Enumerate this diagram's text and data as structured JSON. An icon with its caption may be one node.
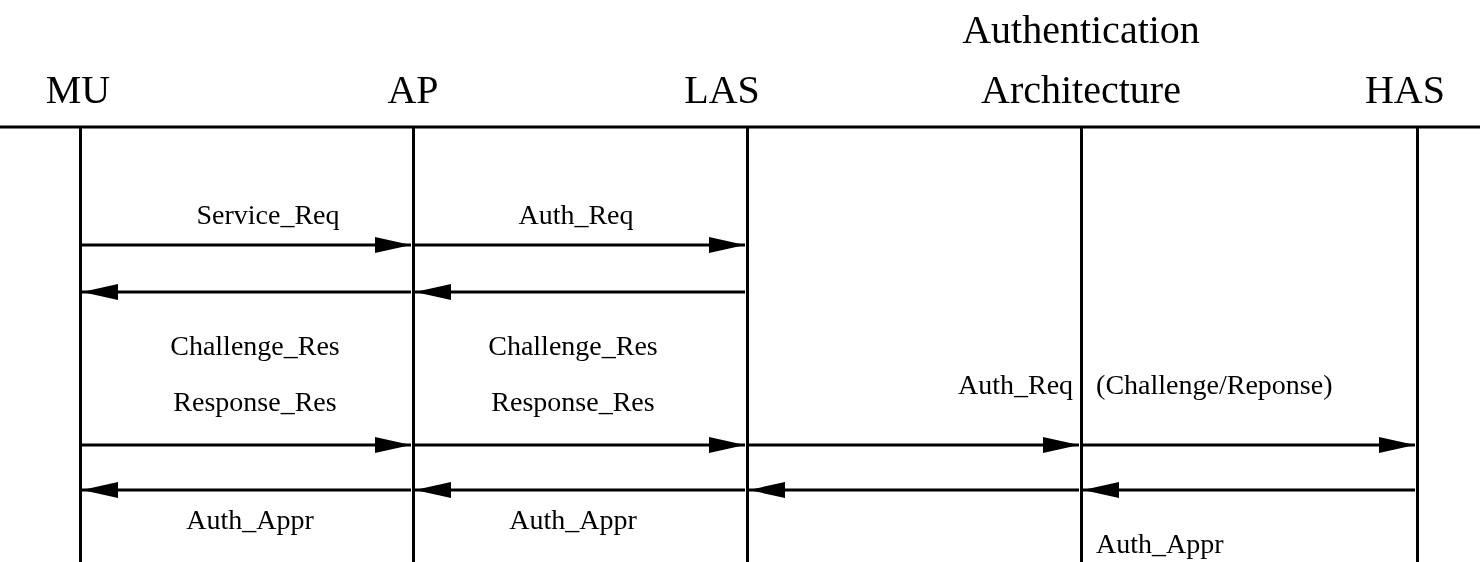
{
  "diagram": {
    "nodes": [
      {
        "text": [
          "MU"
        ]
      },
      {
        "text": [
          "AP"
        ]
      },
      {
        "text": [
          "LAS"
        ]
      },
      {
        "text": [
          "Authentication Architecture"
        ]
      },
      {
        "text": [
          "HAS"
        ]
      }
    ],
    "edges": [
      {
        "from": 0,
        "to": 1,
        "arrow": "to",
        "label": "Service_Req"
      },
      {
        "from": 1,
        "to": 2,
        "arrow": "to",
        "label": "Auth_Req"
      },
      {
        "from": 2,
        "to": 1,
        "arrow": "to"
      },
      {
        "from": 1,
        "to": 0,
        "arrow": "to"
      },
      {
        "from": 0,
        "to": 1,
        "arrow": "to",
        "label": "Challenge_Res Response_Res"
      },
      {
        "from": 1,
        "to": 2,
        "arrow": "to",
        "label": "Challenge_Res Response_Res"
      },
      {
        "from": 2,
        "to": 3,
        "arrow": "to",
        "label": "Auth_Req (Challenge/Reponse)"
      },
      {
        "from": 3,
        "to": 4,
        "arrow": "to"
      },
      {
        "from": 4,
        "to": 3,
        "arrow": "to"
      },
      {
        "from": 3,
        "to": 2,
        "arrow": "to",
        "label": "Auth_Appr"
      },
      {
        "from": 2,
        "to": 1,
        "arrow": "to",
        "label": "Auth_Appr"
      },
      {
        "from": 1,
        "to": 0,
        "arrow": "to",
        "label": "Auth_Appr"
      }
    ]
  }
}
